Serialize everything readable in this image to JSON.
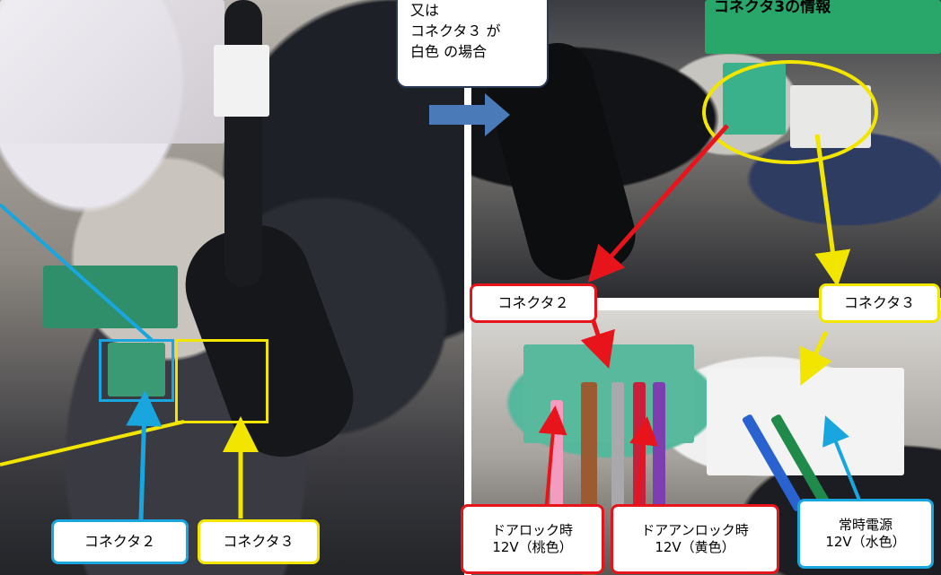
{
  "note": {
    "lines": [
      "又は",
      "コネクタ３ が",
      "白色 の場合"
    ]
  },
  "info_title": "コネクタ3の情報",
  "labels": {
    "left_connector2": "コネクタ２",
    "left_connector3": "コネクタ３",
    "right_connector2": "コネクタ２",
    "right_connector3": "コネクタ３",
    "door_lock": {
      "line1": "ドアロック時",
      "line2": "12V（桃色）"
    },
    "door_unlock": {
      "line1": "ドアアンロック時",
      "line2": "12V（黄色）"
    },
    "constant_power": {
      "line1": "常時電源",
      "line2": "12V（水色）"
    }
  },
  "colors": {
    "blue_callout": "#19a6de",
    "yellow_callout": "#f2e600",
    "red_callout": "#e8141c",
    "arrow_fill": "#4a7ab8"
  }
}
